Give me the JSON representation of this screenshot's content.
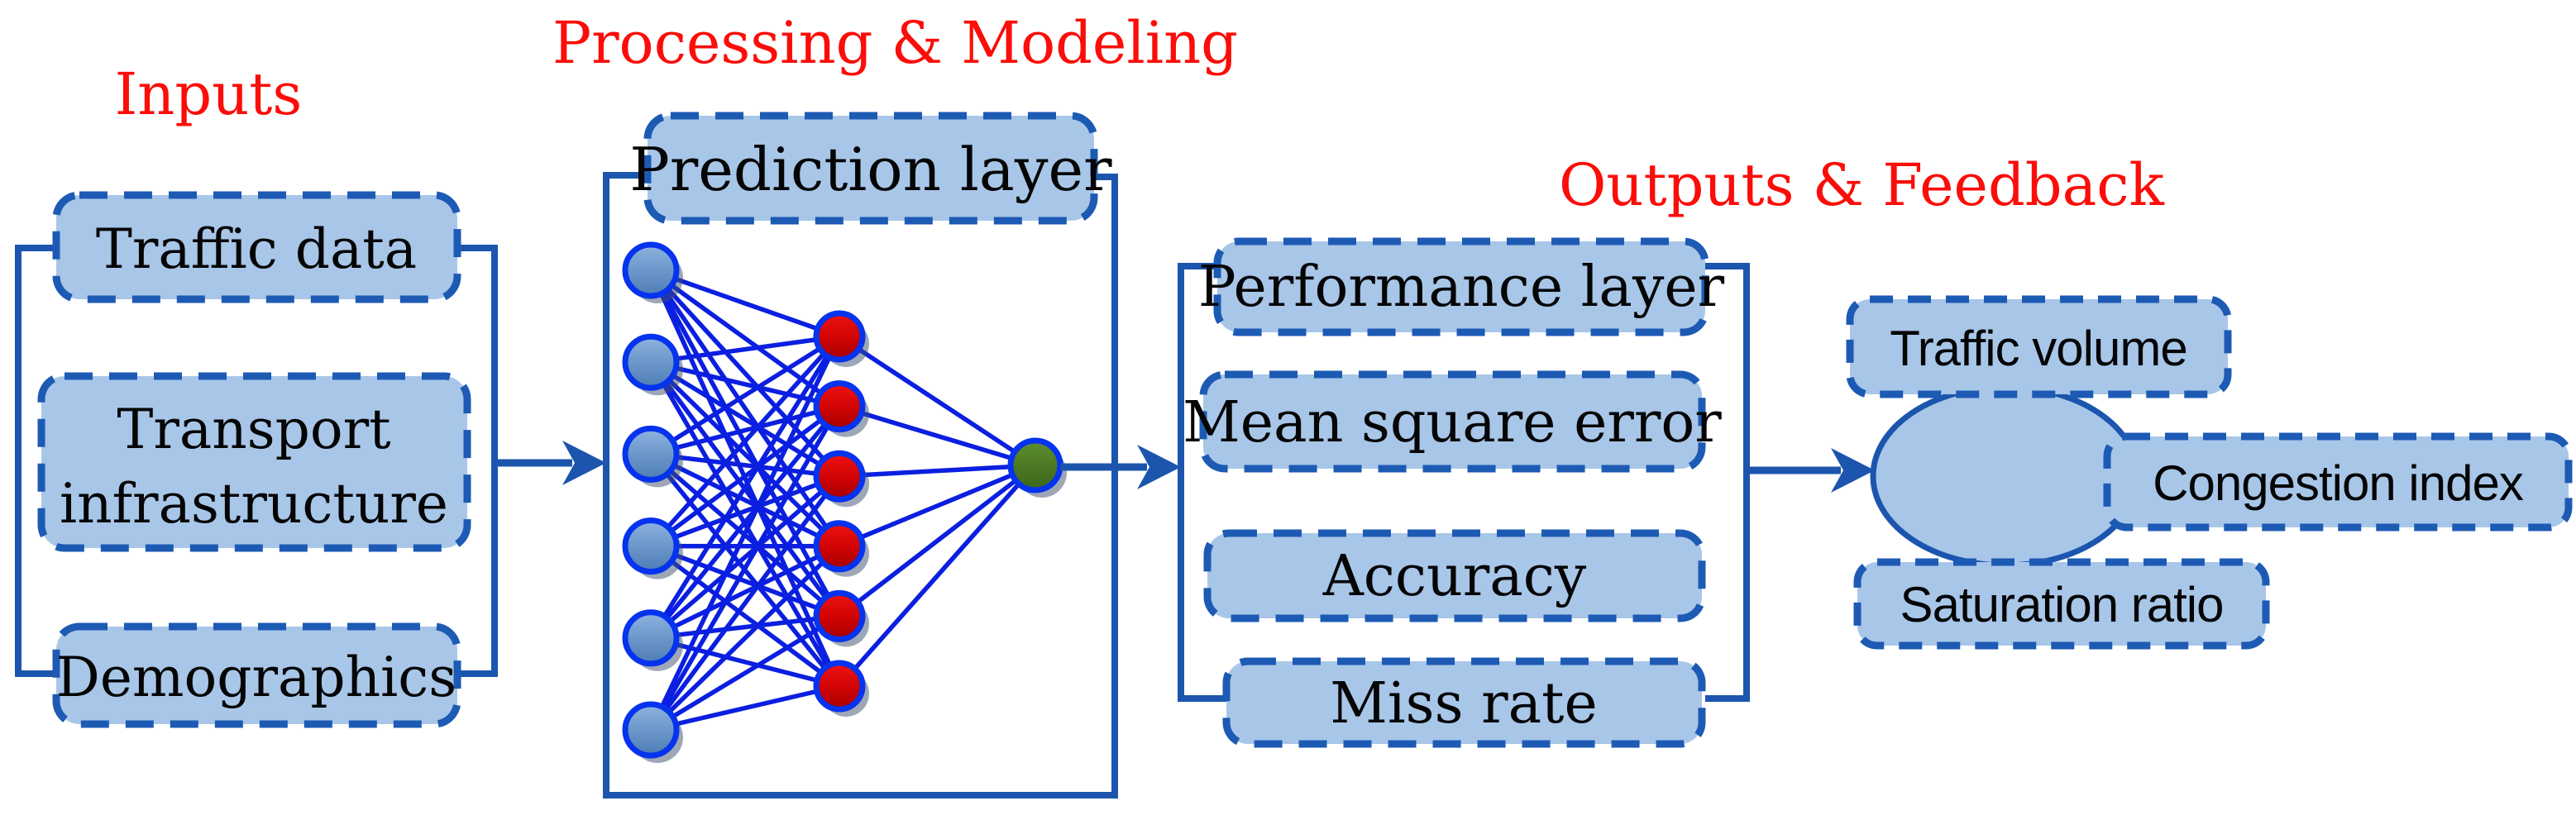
{
  "headings": {
    "inputs": "Inputs",
    "processing": "Processing & Modeling",
    "outputs": "Outputs & Feedback"
  },
  "inputs": {
    "boxes": [
      {
        "label": "Traffic data",
        "lines": [
          "Traffic data"
        ]
      },
      {
        "label": "Transport infrastructure",
        "lines": [
          "Transport",
          "infrastructure"
        ]
      },
      {
        "label": "Demographics",
        "lines": [
          "Demographics"
        ]
      }
    ]
  },
  "processing": {
    "prediction_label": "Prediction layer",
    "network": {
      "input_nodes": 6,
      "hidden_nodes": 6,
      "output_nodes": 1
    }
  },
  "outputs": {
    "boxes": [
      {
        "label": "Performance layer"
      },
      {
        "label": "Mean square error"
      },
      {
        "label": "Accuracy"
      },
      {
        "label": "Miss rate"
      }
    ]
  },
  "feedback": {
    "boxes": [
      {
        "label": "Traffic volume"
      },
      {
        "label": "Congestion index"
      },
      {
        "label": "Saturation ratio"
      }
    ]
  },
  "colors": {
    "heading_red": "#fb0d09",
    "box_fill": "#a8c6e8",
    "box_border": "#1d5ab4",
    "bracket_blue": "#1c55ad",
    "net_line": "#0b1fe0",
    "node_ring": "#0533ee",
    "label_black": "#050505"
  }
}
